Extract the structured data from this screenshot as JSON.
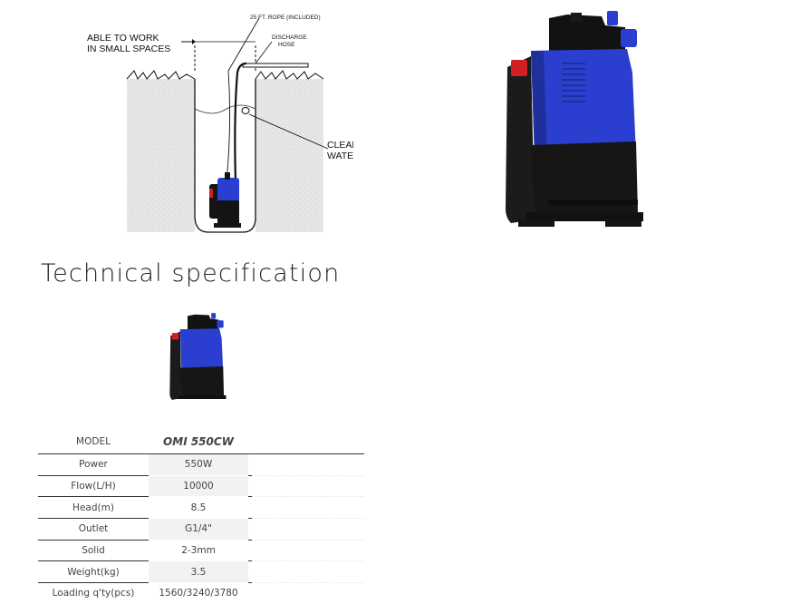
{
  "diagram": {
    "label_small_spaces_line1": "ABLE TO WORK",
    "label_small_spaces_line2": "IN SMALL SPACES",
    "label_rope": "25 FT. ROPE (INCLUDED)",
    "label_hose_line1": "DISCHARGE",
    "label_hose_line2": "HOSE",
    "label_water_line1": "CLEAN",
    "label_water_line2": "WATER"
  },
  "title": "Technical specification",
  "spec": {
    "model_label": "MODEL",
    "model_name": "OMI 550CW",
    "rows": [
      {
        "label": "Power",
        "value": "550W"
      },
      {
        "label": "Flow(L/H)",
        "value": "10000"
      },
      {
        "label": "Head(m)",
        "value": "8.5"
      },
      {
        "label": "Outlet",
        "value": "G1/4\""
      },
      {
        "label": "Solid",
        "value": "2-3mm"
      },
      {
        "label": "Weight(kg)",
        "value": "3.5"
      },
      {
        "label": "Loading q'ty(pcs)",
        "value": "1560/3240/3780"
      }
    ]
  },
  "colors": {
    "pump_blue": "#2a3fcf",
    "pump_black": "#141414",
    "pump_red": "#d11f26",
    "ground_gray": "#e4e4e4"
  }
}
